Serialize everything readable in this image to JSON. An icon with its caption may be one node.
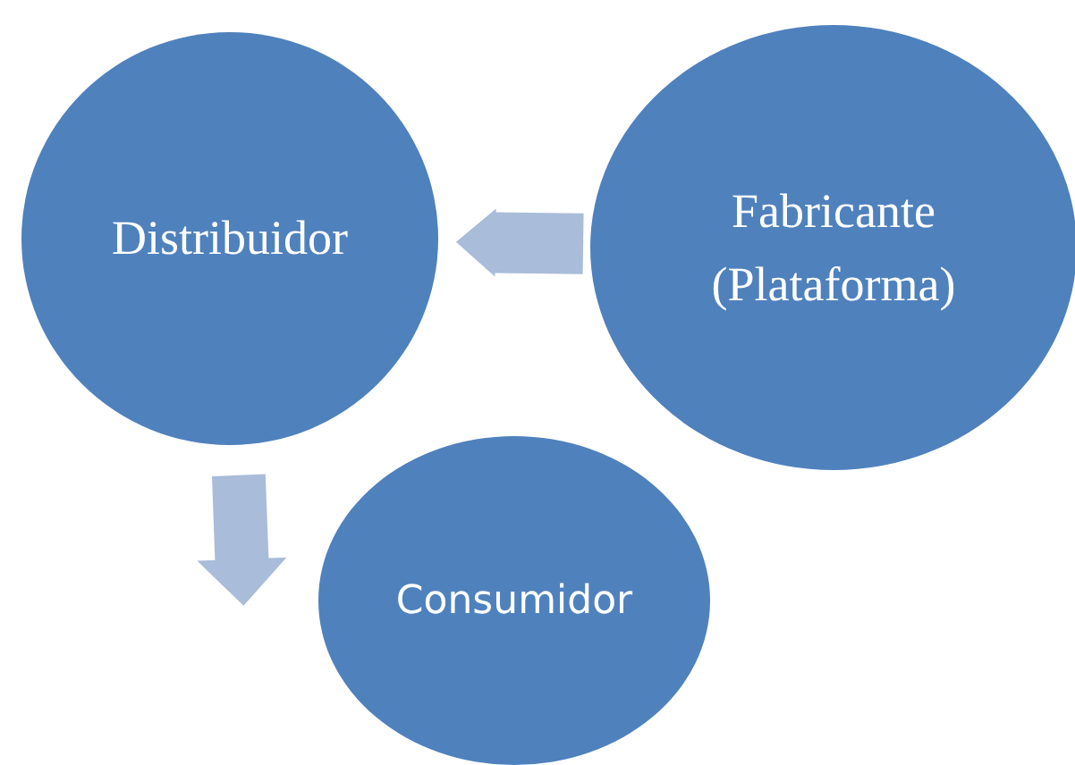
{
  "diagram": {
    "nodes": [
      {
        "text": [
          "Distribuidor"
        ]
      },
      {
        "text": [
          "Fabricante (Plataforma)"
        ]
      },
      {
        "text": [
          "Consumidor"
        ]
      }
    ],
    "edges": [
      {
        "from": 1,
        "to": 0,
        "arrow": "to"
      },
      {
        "from": 0,
        "to": 2,
        "arrow": "to"
      }
    ]
  }
}
